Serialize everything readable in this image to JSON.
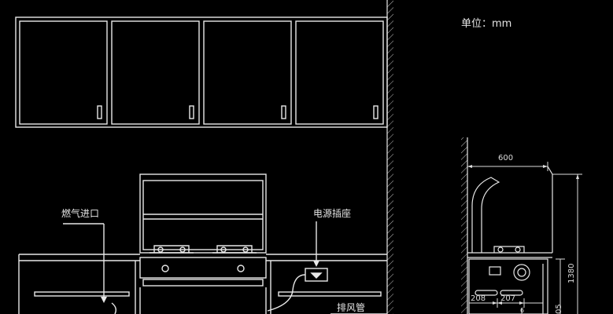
{
  "unit_label": "单位：mm",
  "callouts": {
    "gas_inlet": "燃气进口",
    "power_socket": "电源插座",
    "exhaust_pipe": "排风管"
  },
  "dimensions": {
    "depth_top": "600",
    "height_side": "1380",
    "width_left": "208",
    "width_right": "207",
    "small_mark": "6",
    "bottom_partial": "05"
  },
  "colors": {
    "line": "#e8e8e8",
    "background": "#000000",
    "hatch": "#bdbdbd"
  }
}
